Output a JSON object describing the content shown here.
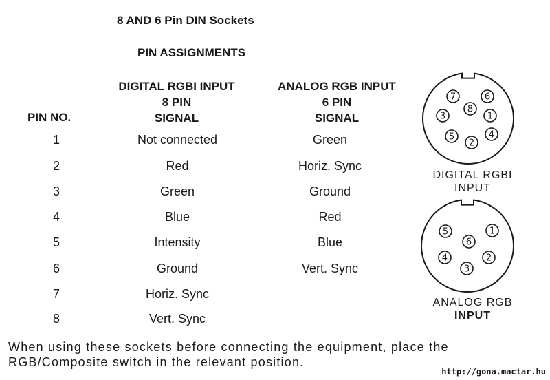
{
  "title": "8 AND 6 Pin DIN Sockets",
  "subtitle": "PIN ASSIGNMENTS",
  "headers": {
    "pin_no": "PIN NO.",
    "digital_line1": "DIGITAL RGBI INPUT",
    "digital_line2": "8 PIN",
    "digital_line3": "SIGNAL",
    "analog_line1": "ANALOG RGB INPUT",
    "analog_line2": "6 PIN",
    "analog_line3": "SIGNAL"
  },
  "rows": [
    {
      "pin": "1",
      "digital": "Not connected",
      "analog": "Green"
    },
    {
      "pin": "2",
      "digital": "Red",
      "analog": "Horiz. Sync"
    },
    {
      "pin": "3",
      "digital": "Green",
      "analog": "Ground"
    },
    {
      "pin": "4",
      "digital": "Blue",
      "analog": "Red"
    },
    {
      "pin": "5",
      "digital": "Intensity",
      "analog": "Blue"
    },
    {
      "pin": "6",
      "digital": "Ground",
      "analog": "Vert. Sync"
    },
    {
      "pin": "7",
      "digital": "Horiz. Sync",
      "analog": ""
    },
    {
      "pin": "8",
      "digital": "Vert. Sync",
      "analog": ""
    }
  ],
  "digital_socket": {
    "caption_line1": "DIGITAL RGBI",
    "caption_line2": "INPUT",
    "pins": [
      "1",
      "2",
      "3",
      "4",
      "5",
      "6",
      "7",
      "8"
    ]
  },
  "analog_socket": {
    "caption_line1": "ANALOG RGB",
    "caption_line2": "INPUT",
    "pins": [
      "1",
      "2",
      "3",
      "4",
      "5",
      "6"
    ]
  },
  "note": "When using these sockets before connecting the equipment, place the RGB/Composite switch in the relevant position.",
  "url": "http://gona.mactar.hu"
}
